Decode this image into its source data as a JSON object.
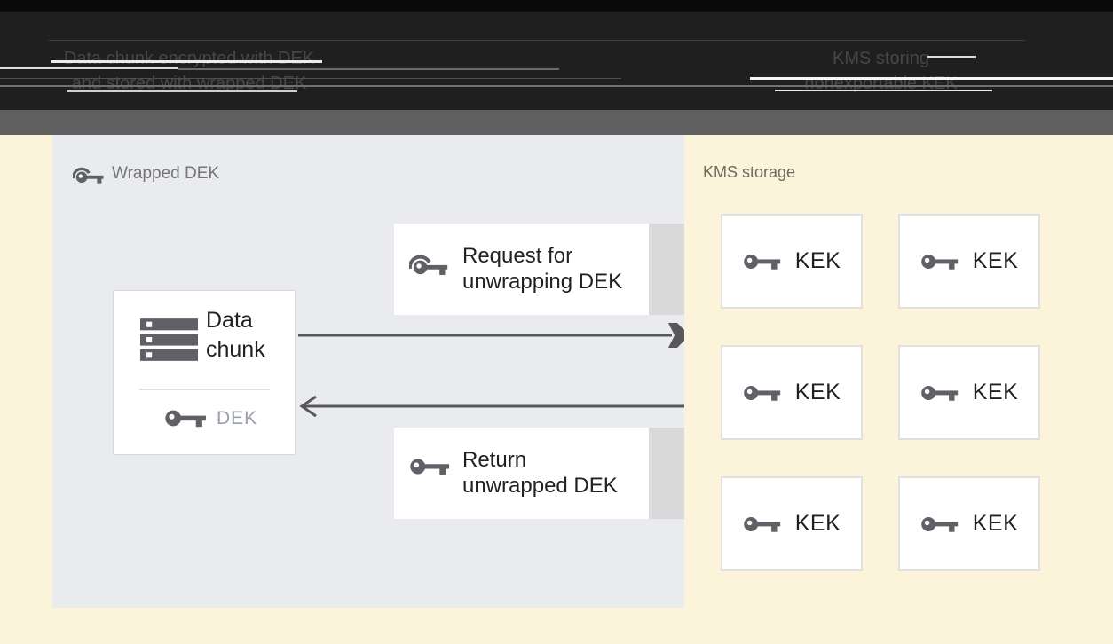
{
  "header": {
    "left_caption_line1": "Data chunk encrypted with DEK",
    "left_caption_line2": "and stored with wrapped DEK",
    "right_caption_line1": "KMS storing",
    "right_caption_line2": "nonexportable KEK"
  },
  "panel": {
    "label": "Wrapped DEK"
  },
  "data_chunk": {
    "line1": "Data",
    "line2": "chunk",
    "dek_label": "DEK"
  },
  "request_box": {
    "line1": "Request for",
    "line2": "unwrapping DEK"
  },
  "return_box": {
    "line1": "Return",
    "line2": "unwrapped DEK"
  },
  "kms": {
    "label": "KMS storage",
    "keks": [
      "KEK",
      "KEK",
      "KEK",
      "KEK",
      "KEK",
      "KEK"
    ]
  },
  "icons": {
    "wrapped_key": "key-with-arc",
    "key": "solid-key",
    "data_chunk": "stacked-server-bars"
  },
  "colors": {
    "header_bg": "#1f1f1f",
    "header_band": "#5f5f5f",
    "canvas_bg": "#fbf4db",
    "panel_bg": "#e9ebef",
    "card_bg": "#ffffff",
    "card_shadow_strip": "#d9d9d9",
    "arrow": "#58585a",
    "icon_gray": "#5f6166",
    "text_dark": "#212124",
    "text_muted": "#757575",
    "dek_text": "#9aa0a6",
    "kek_border": "#e0e0e0"
  }
}
